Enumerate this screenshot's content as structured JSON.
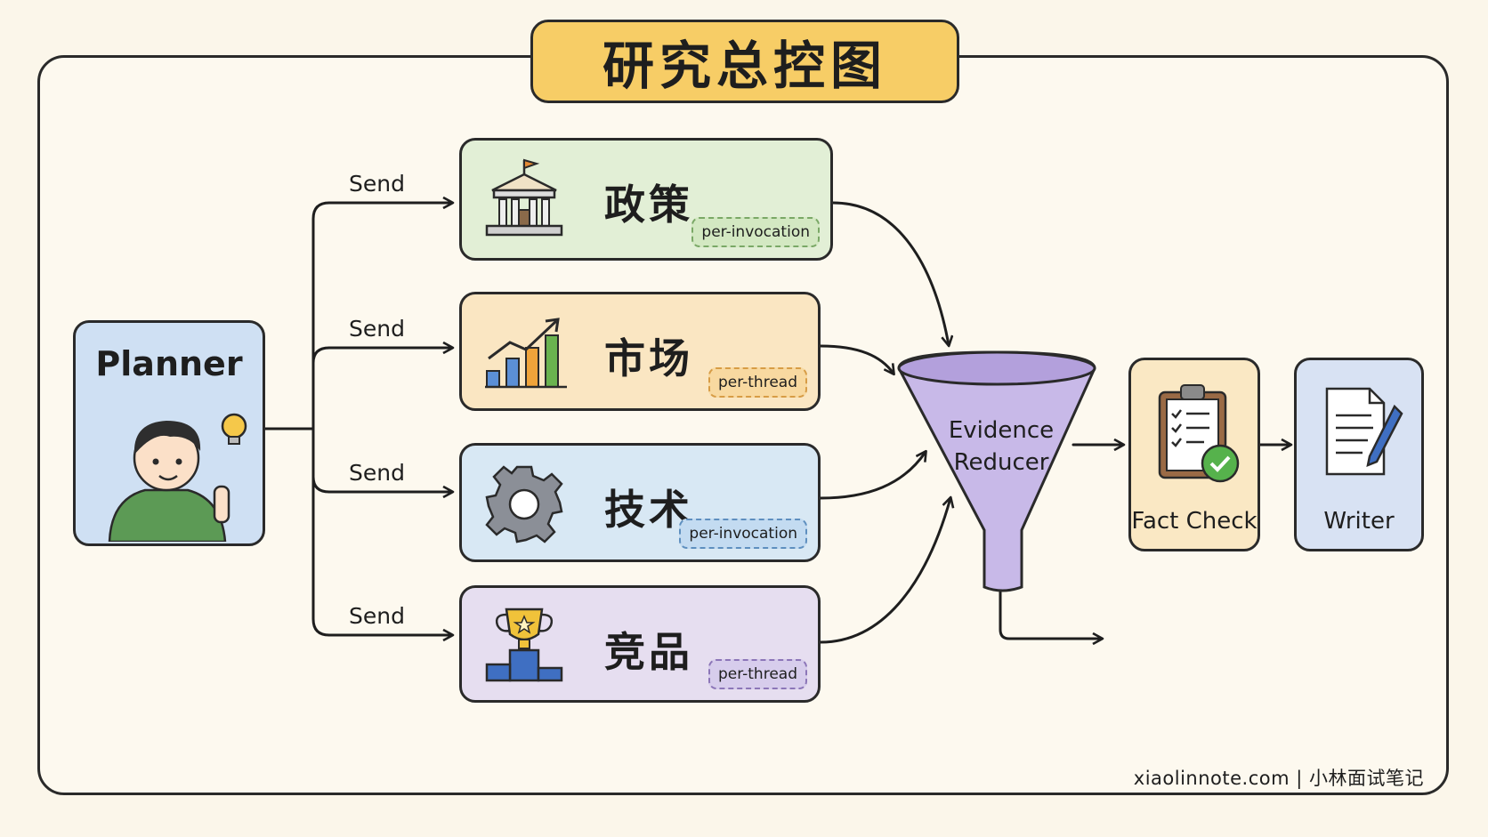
{
  "title": "研究总控图",
  "planner": {
    "label": "Planner"
  },
  "send_label": "Send",
  "branches": [
    {
      "name": "政策",
      "scope": "per-invocation"
    },
    {
      "name": "市场",
      "scope": "per-thread"
    },
    {
      "name": "技术",
      "scope": "per-invocation"
    },
    {
      "name": "竞品",
      "scope": "per-thread"
    }
  ],
  "reducer": {
    "line1": "Evidence",
    "line2": "Reducer"
  },
  "fact_check": {
    "label": "Fact Check"
  },
  "writer": {
    "label": "Writer"
  },
  "footer": "xiaolinnote.com  |  小林面试笔记",
  "colors": {
    "planner": "#cfe0f3",
    "policy": "#e2efd6",
    "market": "#fae6c2",
    "tech": "#d8e8f4",
    "competitor": "#e6def0",
    "funnel": "#c8b9e8",
    "title": "#f7cd66"
  }
}
